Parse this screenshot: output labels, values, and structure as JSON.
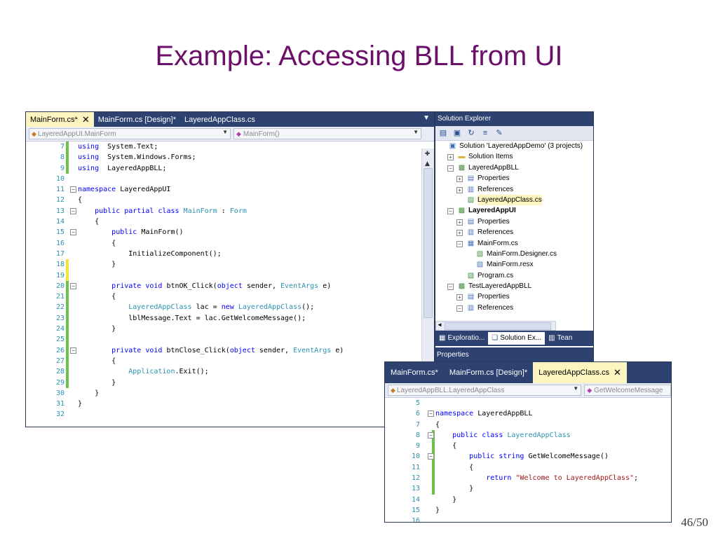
{
  "slide": {
    "title": "Example:  Accessing BLL from UI",
    "page_number": "46/50"
  },
  "editor1": {
    "tabs": [
      {
        "label": "MainForm.cs*",
        "active": true,
        "close": "✕"
      },
      {
        "label": "MainForm.cs [Design]*",
        "active": false
      },
      {
        "label": "LayeredAppClass.cs",
        "active": false
      }
    ],
    "nav_left": "LayeredAppUI.MainForm",
    "nav_right": "MainForm()",
    "lines": [
      {
        "n": "7",
        "change": "green",
        "fold": "",
        "code": [
          [
            "kw",
            "using"
          ],
          [
            "",
            "  System.Text;"
          ]
        ]
      },
      {
        "n": "8",
        "change": "green",
        "fold": "",
        "code": [
          [
            "kw",
            "using"
          ],
          [
            "",
            "  System.Windows.Forms;"
          ]
        ]
      },
      {
        "n": "9",
        "change": "green",
        "fold": "",
        "code": [
          [
            "kw",
            "using"
          ],
          [
            "",
            "  LayeredAppBLL;"
          ]
        ]
      },
      {
        "n": "10",
        "change": "",
        "fold": "",
        "code": [
          [
            "",
            ""
          ]
        ]
      },
      {
        "n": "11",
        "change": "",
        "fold": "−",
        "code": [
          [
            "kw",
            "namespace"
          ],
          [
            "",
            " LayeredAppUI"
          ]
        ]
      },
      {
        "n": "12",
        "change": "",
        "fold": "",
        "code": [
          [
            "",
            "{"
          ]
        ]
      },
      {
        "n": "13",
        "change": "",
        "fold": "−",
        "code": [
          [
            "",
            "    "
          ],
          [
            "kw",
            "public partial class"
          ],
          [
            "",
            " "
          ],
          [
            "ty",
            "MainForm"
          ],
          [
            "",
            " : "
          ],
          [
            "ty",
            "Form"
          ]
        ]
      },
      {
        "n": "14",
        "change": "",
        "fold": "",
        "code": [
          [
            "",
            "    {"
          ]
        ]
      },
      {
        "n": "15",
        "change": "",
        "fold": "−",
        "code": [
          [
            "",
            "        "
          ],
          [
            "kw",
            "public"
          ],
          [
            "",
            " MainForm()"
          ]
        ]
      },
      {
        "n": "16",
        "change": "",
        "fold": "",
        "code": [
          [
            "",
            "        {"
          ]
        ]
      },
      {
        "n": "17",
        "change": "",
        "fold": "",
        "code": [
          [
            "",
            "            InitializeComponent();"
          ]
        ]
      },
      {
        "n": "18",
        "change": "yellow",
        "fold": "",
        "code": [
          [
            "",
            "        }"
          ]
        ]
      },
      {
        "n": "19",
        "change": "yellow",
        "fold": "",
        "code": [
          [
            "",
            ""
          ]
        ]
      },
      {
        "n": "20",
        "change": "green",
        "fold": "−",
        "code": [
          [
            "",
            "        "
          ],
          [
            "kw",
            "private void"
          ],
          [
            "",
            " btnOK_Click("
          ],
          [
            "kw",
            "object"
          ],
          [
            "",
            " sender, "
          ],
          [
            "ty",
            "EventArgs"
          ],
          [
            "",
            " e)"
          ]
        ]
      },
      {
        "n": "21",
        "change": "green",
        "fold": "",
        "code": [
          [
            "",
            "        {"
          ]
        ]
      },
      {
        "n": "22",
        "change": "green",
        "fold": "",
        "code": [
          [
            "",
            "            "
          ],
          [
            "ty",
            "LayeredAppClass"
          ],
          [
            "",
            " lac = "
          ],
          [
            "kw",
            "new"
          ],
          [
            "",
            " "
          ],
          [
            "ty",
            "LayeredAppClass"
          ],
          [
            "",
            "();"
          ]
        ]
      },
      {
        "n": "23",
        "change": "green",
        "fold": "",
        "code": [
          [
            "",
            "            lblMessage.Text = lac.GetWelcomeMessage();"
          ]
        ]
      },
      {
        "n": "24",
        "change": "green",
        "fold": "",
        "code": [
          [
            "",
            "        }"
          ]
        ]
      },
      {
        "n": "25",
        "change": "green",
        "fold": "",
        "code": [
          [
            "",
            ""
          ]
        ]
      },
      {
        "n": "26",
        "change": "green",
        "fold": "−",
        "code": [
          [
            "",
            "        "
          ],
          [
            "kw",
            "private void"
          ],
          [
            "",
            " btnClose_Click("
          ],
          [
            "kw",
            "object"
          ],
          [
            "",
            " sender, "
          ],
          [
            "ty",
            "EventArgs"
          ],
          [
            "",
            " e)"
          ]
        ]
      },
      {
        "n": "27",
        "change": "green",
        "fold": "",
        "code": [
          [
            "",
            "        {"
          ]
        ]
      },
      {
        "n": "28",
        "change": "green",
        "fold": "",
        "code": [
          [
            "",
            "            "
          ],
          [
            "ty",
            "Application"
          ],
          [
            "",
            ".Exit();"
          ]
        ]
      },
      {
        "n": "29",
        "change": "green",
        "fold": "",
        "code": [
          [
            "",
            "        }"
          ]
        ]
      },
      {
        "n": "30",
        "change": "",
        "fold": "",
        "code": [
          [
            "",
            "    }"
          ]
        ]
      },
      {
        "n": "31",
        "change": "",
        "fold": "",
        "code": [
          [
            "",
            "}"
          ]
        ]
      },
      {
        "n": "32",
        "change": "",
        "fold": "",
        "code": [
          [
            "",
            ""
          ]
        ]
      }
    ]
  },
  "solution_explorer": {
    "title": "Solution Explorer",
    "items": [
      {
        "label": "Solution 'LayeredAppDemo' (3 projects)",
        "depth": 0,
        "exp": "",
        "icon": "solution",
        "bold": false
      },
      {
        "label": "Solution Items",
        "depth": 1,
        "exp": "+",
        "icon": "folder",
        "bold": false
      },
      {
        "label": "LayeredAppBLL",
        "depth": 1,
        "exp": "−",
        "icon": "project",
        "bold": false
      },
      {
        "label": "Properties",
        "depth": 2,
        "exp": "+",
        "icon": "props",
        "bold": false
      },
      {
        "label": "References",
        "depth": 2,
        "exp": "+",
        "icon": "refs",
        "bold": false
      },
      {
        "label": "LayeredAppClass.cs",
        "depth": 2,
        "exp": "",
        "icon": "cs",
        "bold": false,
        "selected": true
      },
      {
        "label": "LayeredAppUI",
        "depth": 1,
        "exp": "−",
        "icon": "project",
        "bold": true
      },
      {
        "label": "Properties",
        "depth": 2,
        "exp": "+",
        "icon": "props",
        "bold": false
      },
      {
        "label": "References",
        "depth": 2,
        "exp": "+",
        "icon": "refs",
        "bold": false
      },
      {
        "label": "MainForm.cs",
        "depth": 2,
        "exp": "−",
        "icon": "form",
        "bold": false
      },
      {
        "label": "MainForm.Designer.cs",
        "depth": 3,
        "exp": "",
        "icon": "cs",
        "bold": false
      },
      {
        "label": "MainForm.resx",
        "depth": 3,
        "exp": "",
        "icon": "resx",
        "bold": false
      },
      {
        "label": "Program.cs",
        "depth": 2,
        "exp": "",
        "icon": "cs",
        "bold": false
      },
      {
        "label": "TestLayeredAppBLL",
        "depth": 1,
        "exp": "−",
        "icon": "project",
        "bold": false
      },
      {
        "label": "Properties",
        "depth": 2,
        "exp": "+",
        "icon": "props",
        "bold": false
      },
      {
        "label": "References",
        "depth": 2,
        "exp": "−",
        "icon": "refs",
        "bold": false
      }
    ],
    "bottom_tabs": [
      {
        "label": "Exploratio...",
        "active": false
      },
      {
        "label": "Solution Ex...",
        "active": true
      },
      {
        "label": "Tean",
        "active": false
      }
    ],
    "properties_label": "Properties"
  },
  "editor2": {
    "tabs": [
      {
        "label": "MainForm.cs*",
        "active": false
      },
      {
        "label": "MainForm.cs [Design]*",
        "active": false
      },
      {
        "label": "LayeredAppClass.cs",
        "active": true,
        "close": "✕"
      }
    ],
    "nav_left": "LayeredAppBLL.LayeredAppClass",
    "nav_right": "GetWelcomeMessage",
    "lines": [
      {
        "n": "5",
        "change": "",
        "fold": "",
        "code": [
          [
            "",
            ""
          ]
        ]
      },
      {
        "n": "6",
        "change": "",
        "fold": "−",
        "code": [
          [
            "kw",
            "namespace"
          ],
          [
            "",
            " LayeredAppBLL"
          ]
        ]
      },
      {
        "n": "7",
        "change": "",
        "fold": "",
        "code": [
          [
            "",
            "{"
          ]
        ]
      },
      {
        "n": "8",
        "change": "green",
        "fold": "−",
        "code": [
          [
            "",
            "    "
          ],
          [
            "kw",
            "public class"
          ],
          [
            "",
            " "
          ],
          [
            "ty",
            "LayeredAppClass"
          ]
        ]
      },
      {
        "n": "9",
        "change": "green",
        "fold": "",
        "code": [
          [
            "",
            "    {"
          ]
        ]
      },
      {
        "n": "10",
        "change": "green",
        "fold": "−",
        "code": [
          [
            "",
            "        "
          ],
          [
            "kw",
            "public string"
          ],
          [
            "",
            " GetWelcomeMessage()"
          ]
        ]
      },
      {
        "n": "11",
        "change": "green",
        "fold": "",
        "code": [
          [
            "",
            "        {"
          ]
        ]
      },
      {
        "n": "12",
        "change": "green",
        "fold": "",
        "code": [
          [
            "",
            "            "
          ],
          [
            "kw",
            "return"
          ],
          [
            "",
            " "
          ],
          [
            "st",
            "\"Welcome to LayeredAppClass\""
          ],
          [
            "",
            ";"
          ]
        ]
      },
      {
        "n": "13",
        "change": "green",
        "fold": "",
        "code": [
          [
            "",
            "        }"
          ]
        ]
      },
      {
        "n": "14",
        "change": "",
        "fold": "",
        "code": [
          [
            "",
            "    }"
          ]
        ]
      },
      {
        "n": "15",
        "change": "",
        "fold": "",
        "code": [
          [
            "",
            "}"
          ]
        ]
      },
      {
        "n": "16",
        "change": "",
        "fold": "",
        "code": [
          [
            "",
            ""
          ]
        ]
      }
    ]
  }
}
